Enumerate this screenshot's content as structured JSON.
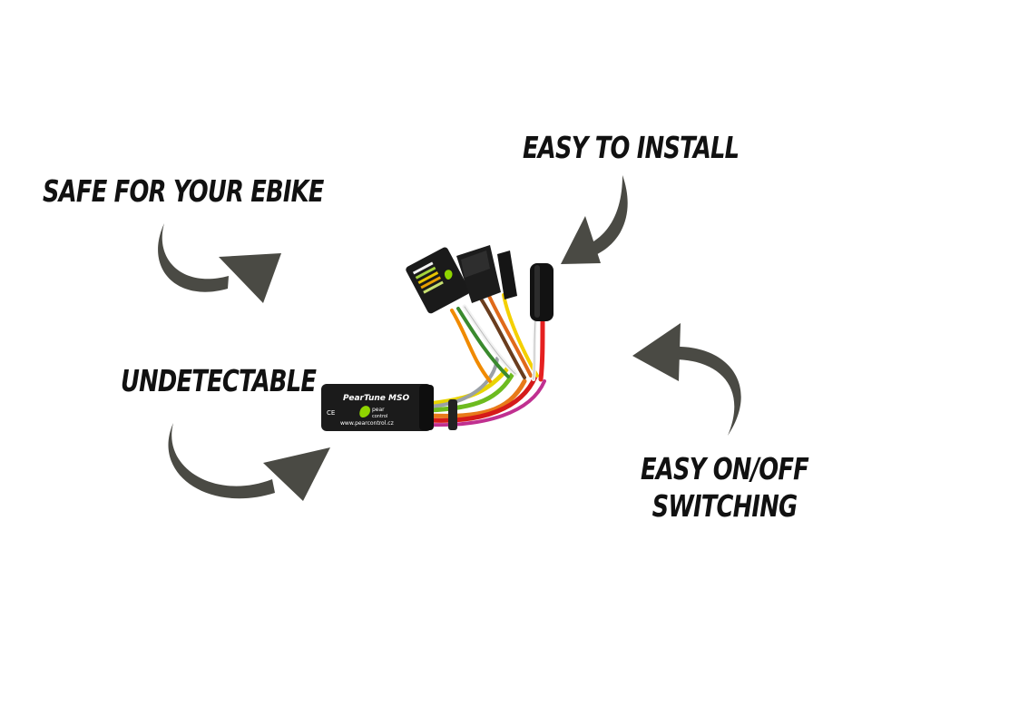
{
  "callouts": {
    "safe": "SAFE FOR YOUR EBIKE",
    "install": "EASY TO INSTALL",
    "undetectable": "UNDETECTABLE",
    "onoff_line1": "EASY ON/OFF",
    "onoff_line2": "SWITCHING"
  },
  "product": {
    "name": "PearTune MSO",
    "website": "www.pearcontrol.cz",
    "logo_text_1": "pear",
    "logo_text_2": "control",
    "ce_mark": "CE"
  },
  "colors": {
    "arrow": "#4a4a44",
    "text": "#111111",
    "device_body": "#1b1b1b",
    "accent_green": "#8fd400"
  },
  "icons": [
    "curved-arrow-icon"
  ]
}
